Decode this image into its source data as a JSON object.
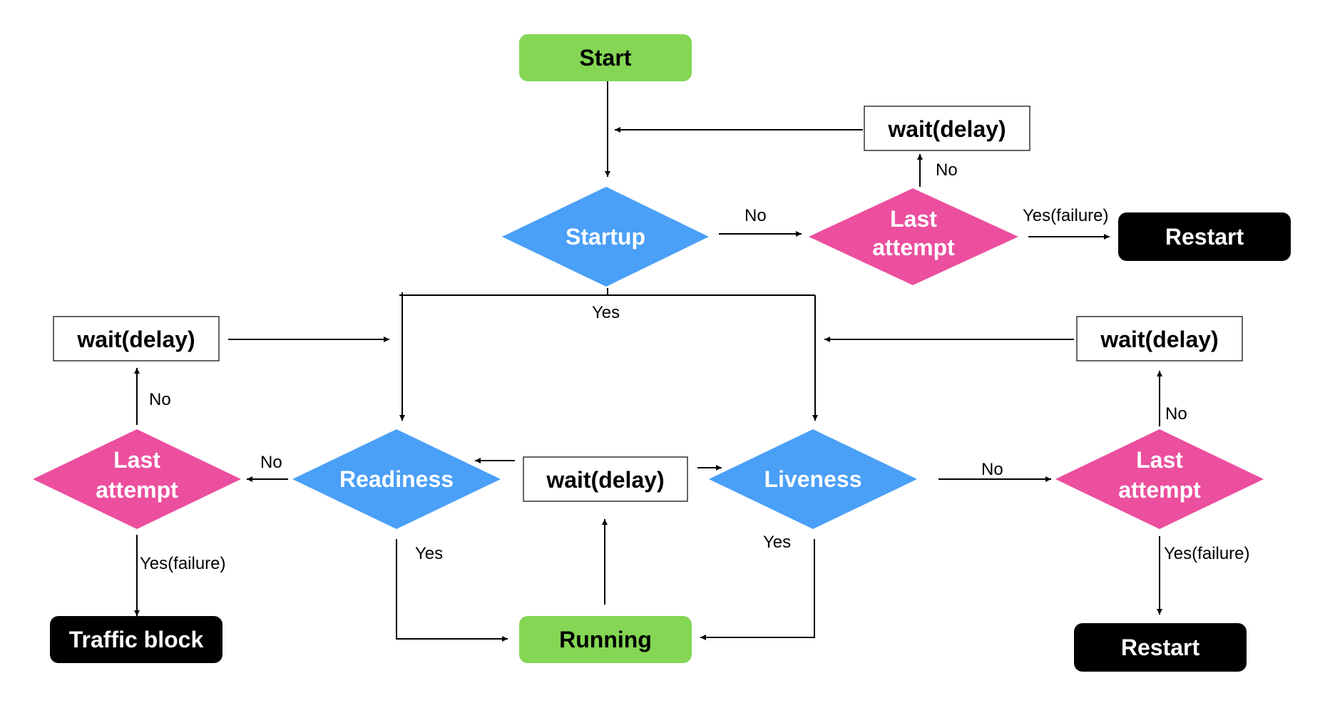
{
  "colors": {
    "start_green": "#84d654",
    "decision_blue": "#4a9ff7",
    "attempt_pink": "#eb4f9e",
    "terminal_black": "#000000",
    "wait_border": "#333333"
  },
  "nodes": {
    "start": "Start",
    "startup": "Startup",
    "last_attempt_top_1": "Last",
    "last_attempt_top_2": "attempt",
    "wait_top": "wait(delay)",
    "restart_top": "Restart",
    "wait_left": "wait(delay)",
    "last_attempt_left_1": "Last",
    "last_attempt_left_2": "attempt",
    "traffic_block": "Traffic block",
    "readiness": "Readiness",
    "wait_center": "wait(delay)",
    "liveness": "Liveness",
    "running": "Running",
    "wait_right": "wait(delay)",
    "last_attempt_right_1": "Last",
    "last_attempt_right_2": "attempt",
    "restart_bottom": "Restart"
  },
  "edge_labels": {
    "startup_no": "No",
    "top_attempt_no": "No",
    "top_attempt_yes": "Yes(failure)",
    "startup_yes": "Yes",
    "left_attempt_no": "No",
    "readiness_no": "No",
    "left_attempt_yes": "Yes(failure)",
    "readiness_yes": "Yes",
    "liveness_yes": "Yes",
    "liveness_no": "No",
    "right_attempt_no": "No",
    "right_attempt_yes": "Yes(failure)"
  }
}
